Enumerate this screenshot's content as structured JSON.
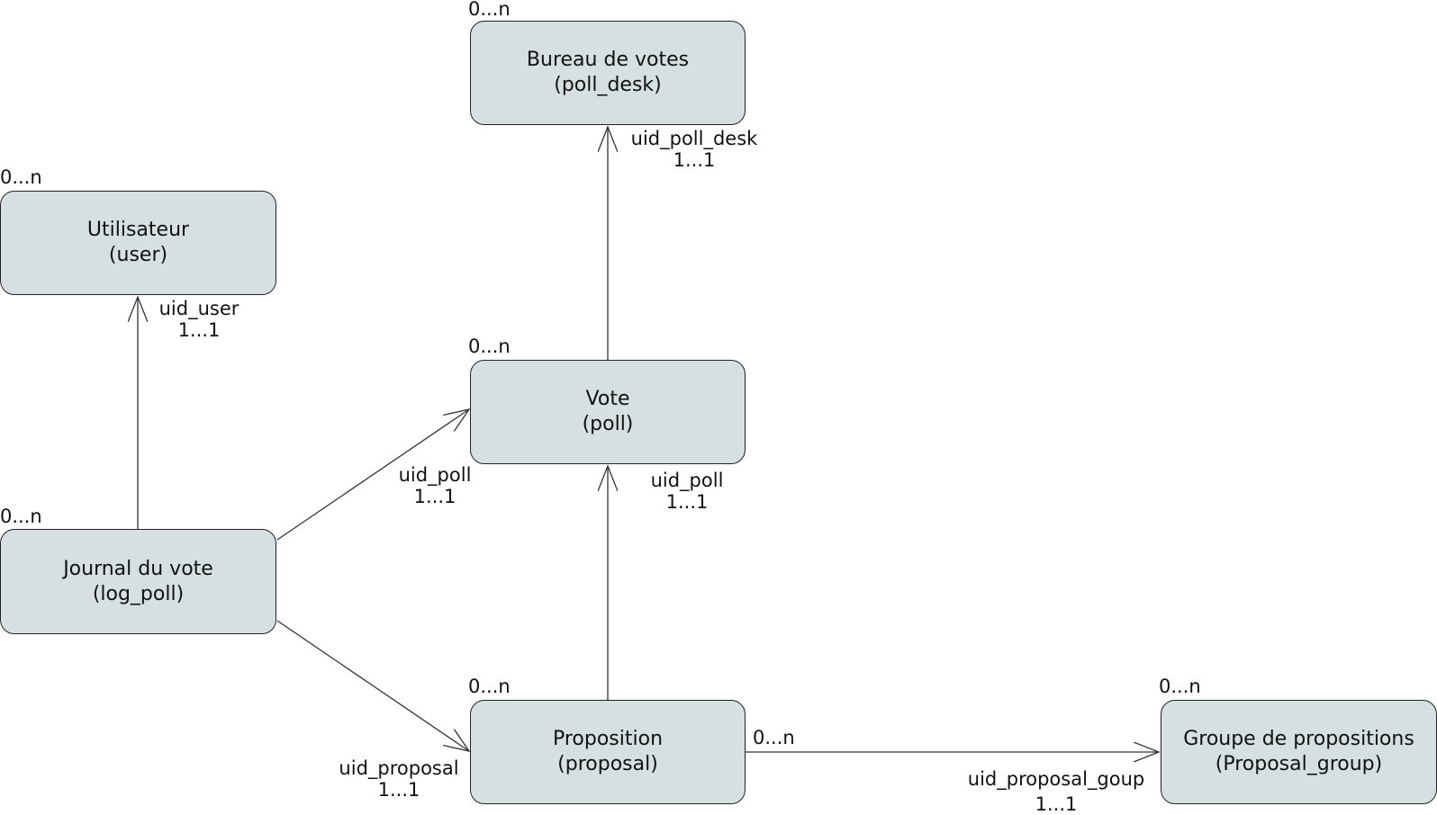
{
  "entities": {
    "poll_desk": {
      "name": "Bureau de votes",
      "code": "(poll_desk)",
      "cardinality": "0...n"
    },
    "user": {
      "name": "Utilisateur",
      "code": "(user)",
      "cardinality": "0...n"
    },
    "poll": {
      "name": "Vote",
      "code": "(poll)",
      "cardinality": "0...n"
    },
    "log_poll": {
      "name": "Journal du vote",
      "code": "(log_poll)",
      "cardinality": "0...n"
    },
    "proposal": {
      "name": "Proposition",
      "code": "(proposal)",
      "cardinality": "0...n"
    },
    "proposal_group": {
      "name": "Groupe de propositions",
      "code": "(Proposal_group)",
      "cardinality": "0...n"
    }
  },
  "relations": {
    "poll_to_poll_desk": {
      "key": "uid_poll_desk",
      "multiplicity": "1...1"
    },
    "log_to_user": {
      "key": "uid_user",
      "multiplicity": "1...1"
    },
    "log_to_poll": {
      "key": "uid_poll",
      "multiplicity": "1...1"
    },
    "proposal_to_poll": {
      "key": "uid_poll",
      "multiplicity": "1...1"
    },
    "log_to_proposal": {
      "key": "uid_proposal",
      "multiplicity": "1...1"
    },
    "proposal_to_group": {
      "key": "uid_proposal_goup",
      "multiplicity": "1...1",
      "source_cardinality": "0...n"
    }
  }
}
